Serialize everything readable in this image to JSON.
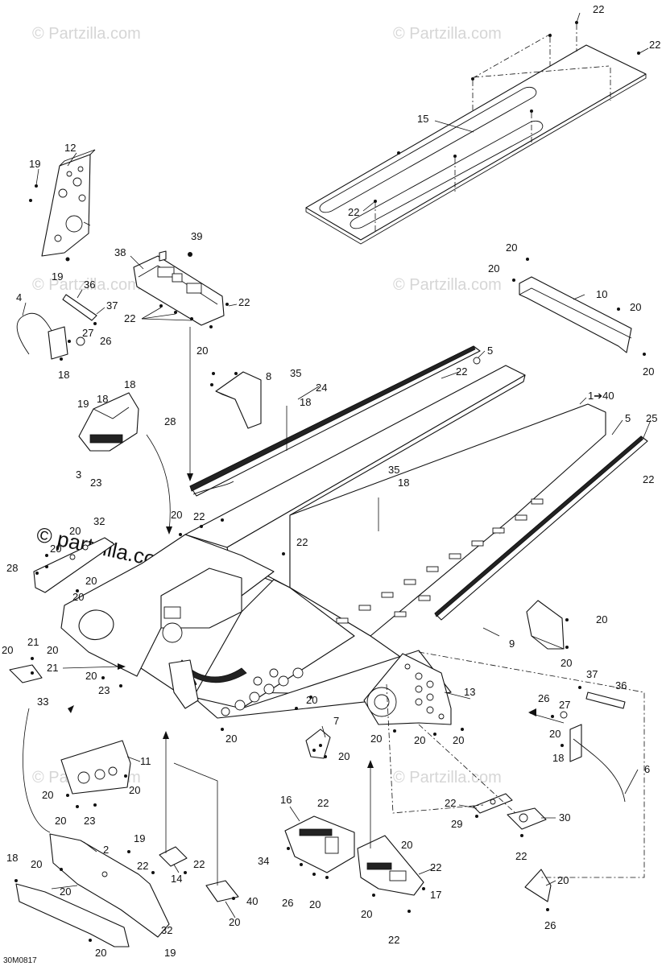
{
  "watermarks": {
    "brand": "© Partzilla.com",
    "brand_large": "© partzilla.com"
  },
  "diagram_code": "30M0817",
  "callouts": [
    {
      "id": "c22a",
      "text": "22"
    },
    {
      "id": "c22b",
      "text": "22"
    },
    {
      "id": "c15",
      "text": "15"
    },
    {
      "id": "c22c",
      "text": "22"
    },
    {
      "id": "c12",
      "text": "12"
    },
    {
      "id": "c19a",
      "text": "19"
    },
    {
      "id": "c19b",
      "text": "19"
    },
    {
      "id": "c39",
      "text": "39"
    },
    {
      "id": "c38",
      "text": "38"
    },
    {
      "id": "c20a",
      "text": "20"
    },
    {
      "id": "c20b",
      "text": "20"
    },
    {
      "id": "c10",
      "text": "10"
    },
    {
      "id": "c20c",
      "text": "20"
    },
    {
      "id": "c20d",
      "text": "20"
    },
    {
      "id": "c4",
      "text": "4"
    },
    {
      "id": "c36a",
      "text": "36"
    },
    {
      "id": "c37a",
      "text": "37"
    },
    {
      "id": "c22d",
      "text": "22"
    },
    {
      "id": "c22e",
      "text": "22"
    },
    {
      "id": "c27a",
      "text": "27"
    },
    {
      "id": "c26a",
      "text": "26"
    },
    {
      "id": "c18a",
      "text": "18"
    },
    {
      "id": "c20e",
      "text": "20"
    },
    {
      "id": "c8",
      "text": "8"
    },
    {
      "id": "c35a",
      "text": "35"
    },
    {
      "id": "c24",
      "text": "24"
    },
    {
      "id": "c5a",
      "text": "5"
    },
    {
      "id": "c22f",
      "text": "22"
    },
    {
      "id": "c18b",
      "text": "18"
    },
    {
      "id": "c18c",
      "text": "18"
    },
    {
      "id": "c140",
      "text": "1➔40"
    },
    {
      "id": "c5b",
      "text": "5"
    },
    {
      "id": "c25",
      "text": "25"
    },
    {
      "id": "c19c",
      "text": "19"
    },
    {
      "id": "c18d",
      "text": "18"
    },
    {
      "id": "c28a",
      "text": "28"
    },
    {
      "id": "c3",
      "text": "3"
    },
    {
      "id": "c23a",
      "text": "23"
    },
    {
      "id": "c35b",
      "text": "35"
    },
    {
      "id": "c18e",
      "text": "18"
    },
    {
      "id": "c22g",
      "text": "22"
    },
    {
      "id": "c20f",
      "text": "20"
    },
    {
      "id": "c22h",
      "text": "22"
    },
    {
      "id": "c32a",
      "text": "32"
    },
    {
      "id": "c20g",
      "text": "20"
    },
    {
      "id": "c20h",
      "text": "20"
    },
    {
      "id": "c22i",
      "text": "22"
    },
    {
      "id": "c28b",
      "text": "28"
    },
    {
      "id": "c20i",
      "text": "20"
    },
    {
      "id": "c20j",
      "text": "20"
    },
    {
      "id": "c9",
      "text": "9"
    },
    {
      "id": "c20k",
      "text": "20"
    },
    {
      "id": "c20l",
      "text": "20"
    },
    {
      "id": "c20m",
      "text": "20"
    },
    {
      "id": "c21a",
      "text": "21"
    },
    {
      "id": "c20n",
      "text": "20"
    },
    {
      "id": "c21b",
      "text": "21"
    },
    {
      "id": "c20o",
      "text": "20"
    },
    {
      "id": "c23b",
      "text": "23"
    },
    {
      "id": "c33",
      "text": "33"
    },
    {
      "id": "c13",
      "text": "13"
    },
    {
      "id": "c37b",
      "text": "37"
    },
    {
      "id": "c36b",
      "text": "36"
    },
    {
      "id": "c26b",
      "text": "26"
    },
    {
      "id": "c27b",
      "text": "27"
    },
    {
      "id": "c20p",
      "text": "20"
    },
    {
      "id": "c18f",
      "text": "18"
    },
    {
      "id": "c7",
      "text": "7"
    },
    {
      "id": "c20q",
      "text": "20"
    },
    {
      "id": "c20r",
      "text": "20"
    },
    {
      "id": "c20s",
      "text": "20"
    },
    {
      "id": "c20t",
      "text": "20"
    },
    {
      "id": "c20u",
      "text": "20"
    },
    {
      "id": "c20v",
      "text": "20"
    },
    {
      "id": "c11",
      "text": "11"
    },
    {
      "id": "c20w",
      "text": "20"
    },
    {
      "id": "c20x",
      "text": "20"
    },
    {
      "id": "c20y",
      "text": "20"
    },
    {
      "id": "c23c",
      "text": "23"
    },
    {
      "id": "c6",
      "text": "6"
    },
    {
      "id": "c16",
      "text": "16"
    },
    {
      "id": "c22j",
      "text": "22"
    },
    {
      "id": "c22k",
      "text": "22"
    },
    {
      "id": "c29",
      "text": "29"
    },
    {
      "id": "c30",
      "text": "30"
    },
    {
      "id": "c22l",
      "text": "22"
    },
    {
      "id": "c19d",
      "text": "19"
    },
    {
      "id": "c2",
      "text": "2"
    },
    {
      "id": "c22m",
      "text": "22"
    },
    {
      "id": "c22n",
      "text": "22"
    },
    {
      "id": "c14",
      "text": "14"
    },
    {
      "id": "c18g",
      "text": "18"
    },
    {
      "id": "c20z",
      "text": "20"
    },
    {
      "id": "c20aa",
      "text": "20"
    },
    {
      "id": "c34",
      "text": "34"
    },
    {
      "id": "c26c",
      "text": "26"
    },
    {
      "id": "c20ab",
      "text": "20"
    },
    {
      "id": "c20ac",
      "text": "20"
    },
    {
      "id": "c22o",
      "text": "22"
    },
    {
      "id": "c17",
      "text": "17"
    },
    {
      "id": "c20ad",
      "text": "20"
    },
    {
      "id": "c40",
      "text": "40"
    },
    {
      "id": "c20ae",
      "text": "20"
    },
    {
      "id": "c32b",
      "text": "32"
    },
    {
      "id": "c20af",
      "text": "20"
    },
    {
      "id": "c19e",
      "text": "19"
    },
    {
      "id": "c20ag",
      "text": "20"
    },
    {
      "id": "c22p",
      "text": "22"
    },
    {
      "id": "c26d",
      "text": "26"
    },
    {
      "id": "c20ah",
      "text": "20"
    }
  ]
}
